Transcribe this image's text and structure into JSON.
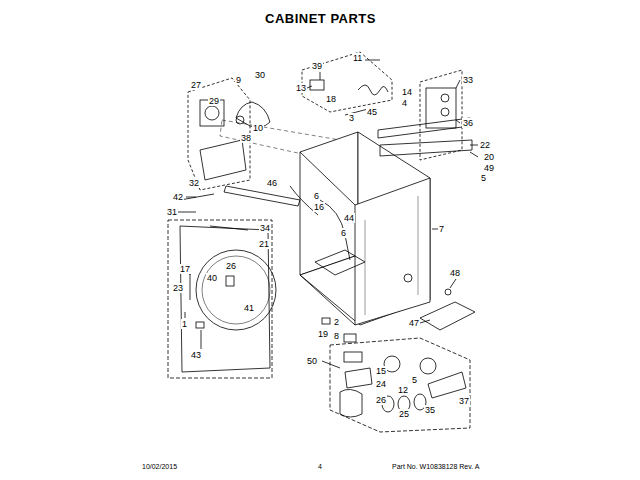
{
  "diagram": {
    "title": "CABINET PARTS",
    "labels": [
      "11",
      "39",
      "13",
      "18",
      "45",
      "33",
      "14",
      "4",
      "36",
      "3",
      "22",
      "20",
      "49",
      "5",
      "27",
      "9",
      "30",
      "29",
      "10",
      "38",
      "32",
      "42",
      "46",
      "31",
      "6",
      "16",
      "34",
      "44",
      "6",
      "7",
      "21",
      "17",
      "26",
      "40",
      "41",
      "23",
      "1",
      "43",
      "48",
      "47",
      "19",
      "2",
      "8",
      "50",
      "15",
      "24",
      "12",
      "5",
      "37",
      "26",
      "25",
      "35",
      "10/02/2015",
      "4",
      "Part No. W10838128 Rev. A"
    ]
  }
}
